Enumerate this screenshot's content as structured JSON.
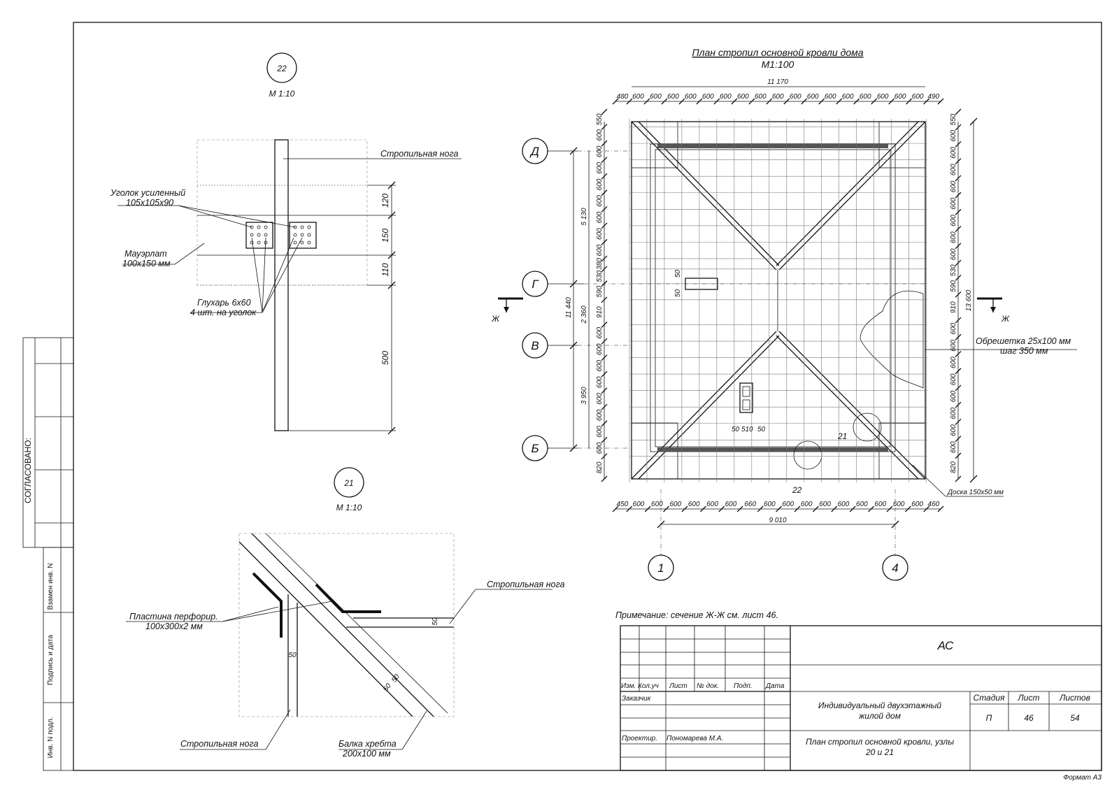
{
  "sheet": {
    "approved_label": "СОГЛАСОВАНО:",
    "side_stamps": [
      "Взамен инв. N",
      "Подпись и дата",
      "Инв. N подл."
    ],
    "format": "Формат А3"
  },
  "detail22": {
    "number": "22",
    "scale": "М 1:10",
    "rafter_label": "Стропильная нога",
    "angle_label_1": "Уголок усиленный",
    "angle_label_2": "105х105х90",
    "mauerlat_label_1": "Мауэрлат",
    "mauerlat_label_2": "100х150 мм",
    "screw_label_1": "Глухарь 6х60",
    "screw_label_2": "4 шт. на уголок",
    "dims": [
      "120",
      "150",
      "110",
      "500"
    ]
  },
  "detail21": {
    "number": "21",
    "scale": "М 1:10",
    "rafter_top_label": "Стропильная нога",
    "plate_label_1": "Пластина перфорир.",
    "plate_label_2": "100х300х2 мм",
    "rafter_bottom_label": "Стропильная нога",
    "ridge_label_1": "Балка хребта",
    "ridge_label_2": "200х100 мм",
    "dims": [
      "50",
      "50",
      "50",
      "50"
    ]
  },
  "plan": {
    "title": "План стропил основной кровли дома",
    "scale": "М1:100",
    "overall_top": "11 170",
    "top_dims": [
      "480",
      "600",
      "600",
      "600",
      "600",
      "600",
      "600",
      "600",
      "600",
      "600",
      "600",
      "600",
      "600",
      "600",
      "600",
      "600",
      "600",
      "600",
      "490"
    ],
    "bottom_dims": [
      "450",
      "600",
      "600",
      "600",
      "600",
      "600",
      "600",
      "660",
      "600",
      "600",
      "600",
      "600",
      "600",
      "600",
      "600",
      "600",
      "600",
      "460"
    ],
    "overall_bottom": "9 010",
    "left_dims": [
      "550",
      "600",
      "600",
      "600",
      "600",
      "600",
      "600",
      "600",
      "600",
      "380",
      "530",
      "590",
      "910",
      "600",
      "600",
      "600",
      "600",
      "600",
      "600",
      "600",
      "600",
      "820"
    ],
    "right_dims": [
      "550",
      "600",
      "600",
      "600",
      "600",
      "600",
      "600",
      "600",
      "600",
      "530",
      "590",
      "910",
      "600",
      "600",
      "600",
      "600",
      "600",
      "600",
      "600",
      "600",
      "820"
    ],
    "left_group_dims": [
      "5 130",
      "2 360",
      "3 950"
    ],
    "overall_left": "11 440",
    "overall_right": "13 600",
    "axes_rows": [
      "Д",
      "Г",
      "В",
      "Б"
    ],
    "axes_cols": [
      "1",
      "4"
    ],
    "section_mark": "Ж",
    "batten_label_1": "Обрешетка 25х100 мм",
    "batten_label_2": "шаг 350 мм",
    "board_label": "Доска 150х50 мм",
    "callout_21": "21",
    "callout_22": "22",
    "opening_dims": [
      "50",
      "510",
      "50"
    ],
    "vent_dims": [
      "50",
      "50"
    ]
  },
  "note": "Примечание: сечение Ж-Ж см. лист 46.",
  "stamp": {
    "code": "АС",
    "headers": [
      "Изм.",
      "Кол.уч",
      "Лист",
      "№ док.",
      "Подп.",
      "Дата"
    ],
    "customer_label": "Заказчик",
    "designer_label": "Проектир.",
    "designer_name": "Пономарева М.А.",
    "object_1": "Индивидуальный двухэтажный",
    "object_2": "жилой дом",
    "sheet_title_1": "План стропил основной кровли, узлы",
    "sheet_title_2": "20 и 21",
    "stage_label": "Стадия",
    "sheet_label": "Лист",
    "sheets_label": "Листов",
    "stage": "П",
    "sheet_no": "46",
    "sheets_total": "54"
  }
}
